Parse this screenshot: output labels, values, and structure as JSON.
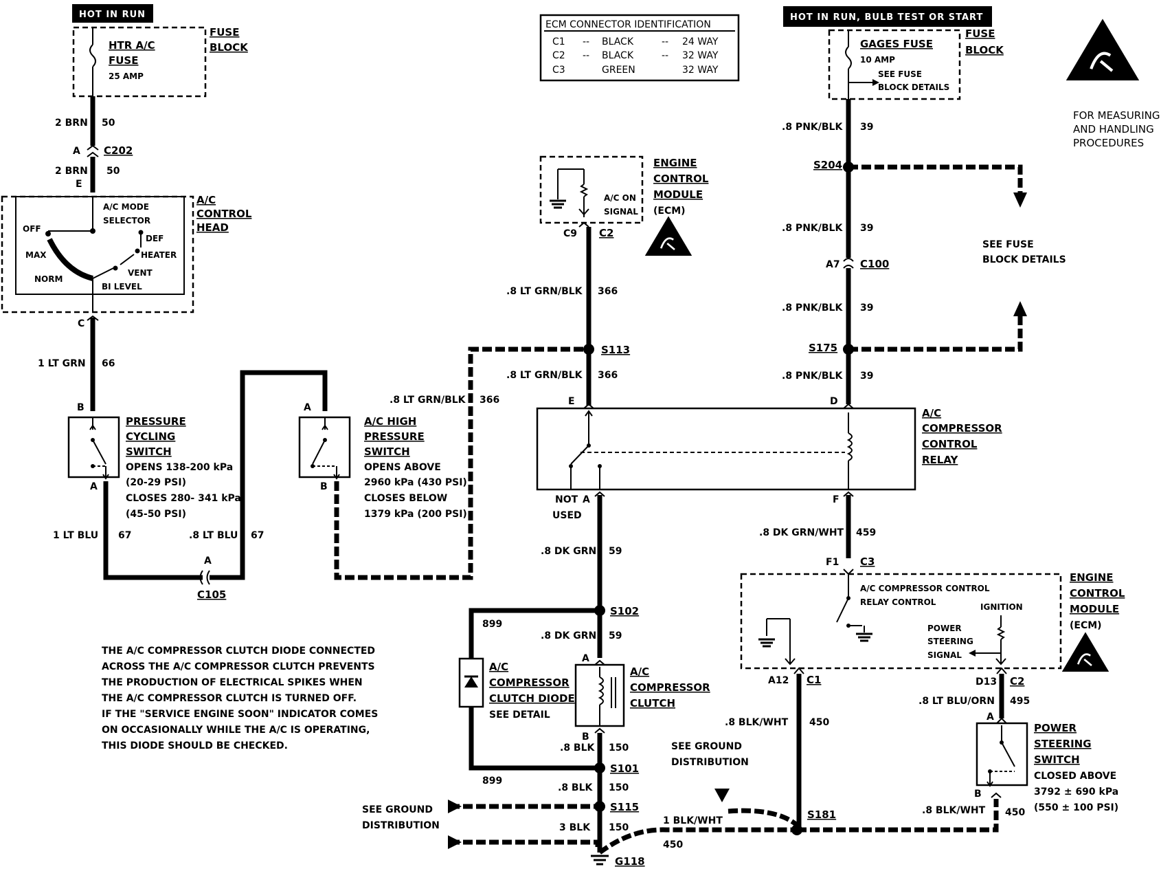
{
  "headers": {
    "hot_in_run": "HOT IN RUN",
    "hot_in_run_bulb": "HOT IN RUN, BULB TEST OR START"
  },
  "ecm_table": {
    "title": "ECM CONNECTOR IDENTIFICATION",
    "rows": [
      {
        "c": "C1",
        "s1": "--",
        "color": "BLACK",
        "s2": "--",
        "way": "24 WAY"
      },
      {
        "c": "C2",
        "s1": "--",
        "color": "BLACK",
        "s2": "--",
        "way": "32 WAY"
      },
      {
        "c": "C3",
        "s1": "",
        "color": "GREEN",
        "s2": "",
        "way": "32 WAY"
      }
    ]
  },
  "esd": {
    "text_1": "FOR MEASURING",
    "text_2": "AND HANDLING",
    "text_3": "PROCEDURES"
  },
  "left_fuse_block": {
    "fuse_1": "HTR A/C",
    "fuse_2": "FUSE",
    "amp": "25 AMP",
    "block_1": "FUSE",
    "block_2": "BLOCK"
  },
  "right_fuse_block": {
    "fuse": "GAGES FUSE",
    "amp": "10 AMP",
    "see_1": "SEE FUSE",
    "see_2": "BLOCK DETAILS",
    "block_1": "FUSE",
    "block_2": "BLOCK"
  },
  "control_head": {
    "title_1": "A/C",
    "title_2": "CONTROL",
    "title_3": "HEAD",
    "selector_1": "A/C MODE",
    "selector_2": "SELECTOR",
    "off": "OFF",
    "max": "MAX",
    "norm": "NORM",
    "bi_level": "BI LEVEL",
    "vent": "VENT",
    "heater": "HEATER",
    "def": "DEF"
  },
  "ecm_top": {
    "title_1": "ENGINE",
    "title_2": "CONTROL",
    "title_3": "MODULE",
    "title_4": "(ECM)",
    "signal_1": "A/C ON",
    "signal_2": "SIGNAL",
    "pin": "C9",
    "conn": "C2"
  },
  "ecm_bottom": {
    "title_1": "ENGINE",
    "title_2": "CONTROL",
    "title_3": "MODULE",
    "title_4": "(ECM)",
    "relay_1": "A/C COMPRESSOR CONTROL",
    "relay_2": "RELAY CONTROL",
    "ignition": "IGNITION",
    "ps_1": "POWER",
    "ps_2": "STEERING",
    "ps_3": "SIGNAL",
    "pin_a12": "A12",
    "conn_c1": "C1",
    "pin_d13": "D13",
    "conn_c2": "C2",
    "pin_f1": "F1",
    "conn_c3": "C3"
  },
  "pressure_cycling": {
    "t1": "PRESSURE",
    "t2": "CYCLING",
    "t3": "SWITCH",
    "s1": "OPENS 138-200 kPa",
    "s2": "(20-29 PSI)",
    "s3": "CLOSES 280- 341 kPa",
    "s4": "(45-50 PSI)"
  },
  "high_pressure": {
    "t1": "A/C HIGH",
    "t2": "PRESSURE",
    "t3": "SWITCH",
    "s1": "OPENS ABOVE",
    "s2": "2960 kPa (430 PSI)",
    "s3": "CLOSES BELOW",
    "s4": "1379 kPa (200 PSI)"
  },
  "relay": {
    "t1": "A/C",
    "t2": "COMPRESSOR",
    "t3": "CONTROL",
    "t4": "RELAY",
    "not_used_1": "NOT",
    "not_used_2": "USED"
  },
  "clutch": {
    "t1": "A/C",
    "t2": "COMPRESSOR",
    "t3": "CLUTCH"
  },
  "diode": {
    "t1": "A/C",
    "t2": "COMPRESSOR",
    "t3": "CLUTCH DIODE",
    "t4": "SEE DETAIL"
  },
  "ps_switch": {
    "t1": "POWER",
    "t2": "STEERING",
    "t3": "SWITCH",
    "s1": "CLOSED ABOVE",
    "s2": "3792 ± 690 kPa",
    "s3": "(550 ± 100 PSI)"
  },
  "note": [
    "THE A/C COMPRESSOR CLUTCH DIODE CONNECTED",
    "ACROSS THE A/C COMPRESSOR CLUTCH PREVENTS",
    "THE PRODUCTION OF ELECTRICAL SPIKES WHEN",
    "THE A/C COMPRESSOR CLUTCH IS TURNED OFF.",
    "IF THE \"SERVICE ENGINE SOON\" INDICATOR COMES",
    "ON OCCASIONALLY WHILE THE A/C IS OPERATING,",
    "THIS DIODE SHOULD BE CHECKED."
  ],
  "refs": {
    "see_fuse_1": "SEE FUSE",
    "see_fuse_2": "BLOCK DETAILS",
    "see_ground_1": "SEE GROUND",
    "see_ground_2": "DISTRIBUTION"
  },
  "wires": {
    "brn_a": "2 BRN",
    "brn_a_n": "50",
    "brn_b": "2 BRN",
    "brn_b_n": "50",
    "ltgrn": "1 LT GRN",
    "ltgrn_n": "66",
    "ltblu1": "1 LT BLU",
    "ltblu1_n": "67",
    "ltblu2": ".8 LT BLU",
    "ltblu2_n": "67",
    "ltgrnblk1": ".8 LT GRN/BLK",
    "ltgrnblk1_n": "366",
    "ltgrnblk2": ".8 LT GRN/BLK",
    "ltgrnblk2_n": "366",
    "ltgrnblk3": ".8 LT GRN/BLK",
    "ltgrnblk3_n": "366",
    "dkgrn1": ".8 DK GRN",
    "dkgrn1_n": "59",
    "dkgrn2": ".8 DK GRN",
    "dkgrn2_n": "59",
    "w899a": "899",
    "w899b": "899",
    "blk1": ".8 BLK",
    "blk1_n": "150",
    "blk2": ".8 BLK",
    "blk2_n": "150",
    "blk3": "3 BLK",
    "blk3_n": "150",
    "pnk1": ".8 PNK/BLK",
    "pnk1_n": "39",
    "pnk2": ".8 PNK/BLK",
    "pnk2_n": "39",
    "pnk3": ".8 PNK/BLK",
    "pnk3_n": "39",
    "pnk4": ".8 PNK/BLK",
    "pnk4_n": "39",
    "dkgrnwht": ".8 DK GRN/WHT",
    "dkgrnwht_n": "459",
    "blkwht1": ".8 BLK/WHT",
    "blkwht1_n": "450",
    "blkwht2": "1 BLK/WHT",
    "blkwht2_n": "450",
    "blkwht3": ".8 BLK/WHT",
    "blkwht3_n": "450",
    "ltbluorn": ".8 LT BLU/ORN",
    "ltbluorn_n": "495"
  },
  "connectors": {
    "c202": "C202",
    "c202_a": "A",
    "c202_e": "E",
    "ch_c": "C",
    "pc_b": "B",
    "pc_a": "A",
    "hp_a": "A",
    "hp_b": "B",
    "c105": "C105",
    "c105_a": "A",
    "relay_e": "E",
    "relay_d": "D",
    "relay_f": "F",
    "relay_a": "A",
    "clutch_a": "A",
    "clutch_b": "B",
    "c100": "C100",
    "c100_a7": "A7",
    "ps_a": "A",
    "ps_b": "B"
  },
  "splices": {
    "s113": "S113",
    "s102": "S102",
    "s101": "S101",
    "s115": "S115",
    "s204": "S204",
    "s175": "S175",
    "s181": "S181",
    "g118": "G118"
  }
}
